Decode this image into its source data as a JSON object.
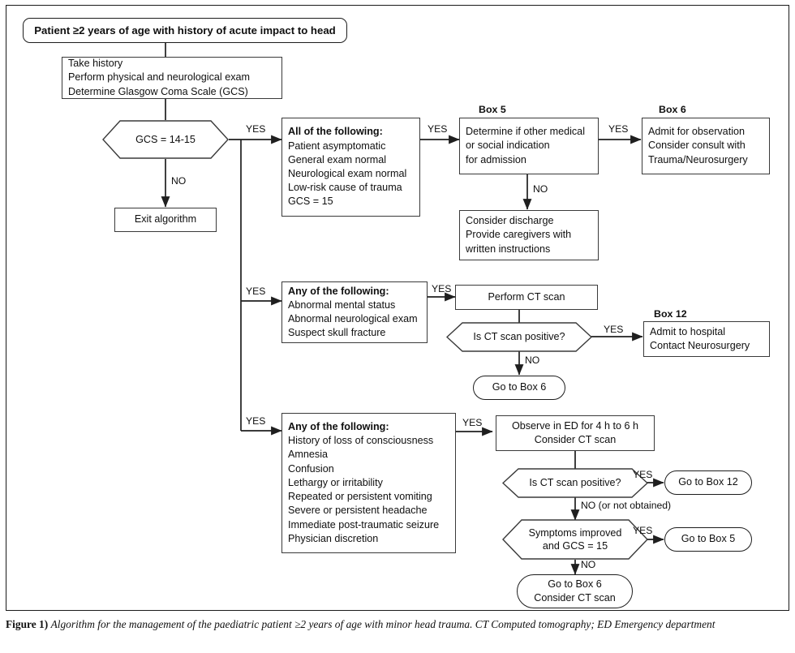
{
  "figure": {
    "caption_lead": "Figure 1)",
    "caption_body": "Algorithm for the management of the paediatric patient ≥2 years of age with minor head trauma. CT Computed tomography; ED Emergency department"
  },
  "labels": {
    "yes": "YES",
    "no": "NO",
    "no_or_not_obtained": "NO (or not obtained)"
  },
  "tags": {
    "box5": "Box 5",
    "box6": "Box 6",
    "box12": "Box 12"
  },
  "nodes": {
    "start": {
      "text": "Patient ≥2 years of age with history of acute impact to head"
    },
    "assess": {
      "lines": [
        "Take history",
        "Perform physical and neurological exam",
        "Determine Glasgow Coma Scale (GCS)"
      ]
    },
    "gcs_decision": {
      "text": "GCS = 14-15"
    },
    "exit": {
      "text": "Exit algorithm"
    },
    "all_following": {
      "header": "All of the following:",
      "lines": [
        "Patient asymptomatic",
        "General exam normal",
        "Neurological exam normal",
        "Low-risk cause of trauma",
        "GCS = 15"
      ]
    },
    "box5": {
      "lines": [
        "Determine if other medical",
        "or social indication",
        "for admission"
      ]
    },
    "box6": {
      "lines": [
        "Admit for observation",
        "Consider consult with",
        "Trauma/Neurosurgery"
      ]
    },
    "discharge": {
      "lines": [
        "Consider discharge",
        "Provide caregivers with",
        "written instructions"
      ]
    },
    "any_following_mid": {
      "header": "Any of the following:",
      "lines": [
        "Abnormal mental status",
        "Abnormal neurological exam",
        "Suspect skull fracture"
      ]
    },
    "perform_ct": {
      "text": "Perform CT scan"
    },
    "ct_positive_mid": {
      "text": "Is CT scan positive?"
    },
    "goto_box6_mid": {
      "lines": [
        "Go to Box 6"
      ]
    },
    "box12": {
      "lines": [
        "Admit to hospital",
        "Contact Neurosurgery"
      ]
    },
    "any_following_bottom": {
      "header": "Any of the following:",
      "lines": [
        "History of loss of consciousness",
        "Amnesia",
        "Confusion",
        "Lethargy or irritability",
        "Repeated or persistent vomiting",
        "Severe or persistent headache",
        "Immediate post-traumatic seizure",
        "Physician discretion"
      ]
    },
    "observe_ed": {
      "lines": [
        "Observe in ED for 4 h to 6 h",
        "Consider CT scan"
      ]
    },
    "ct_positive_bottom": {
      "text": "Is CT scan positive?"
    },
    "goto_box12": {
      "lines": [
        "Go to Box 12"
      ]
    },
    "symptoms_improved": {
      "text": "Symptoms improved\nand GCS = 15"
    },
    "goto_box5": {
      "lines": [
        "Go to Box 5"
      ]
    },
    "goto_box6_bottom": {
      "lines": [
        "Go to Box 6",
        "Consider CT scan"
      ]
    }
  },
  "colors": {
    "line": "#1f1f1f",
    "node_border": "#3a3a3a",
    "text": "#0f0f0f",
    "background": "#ffffff"
  }
}
